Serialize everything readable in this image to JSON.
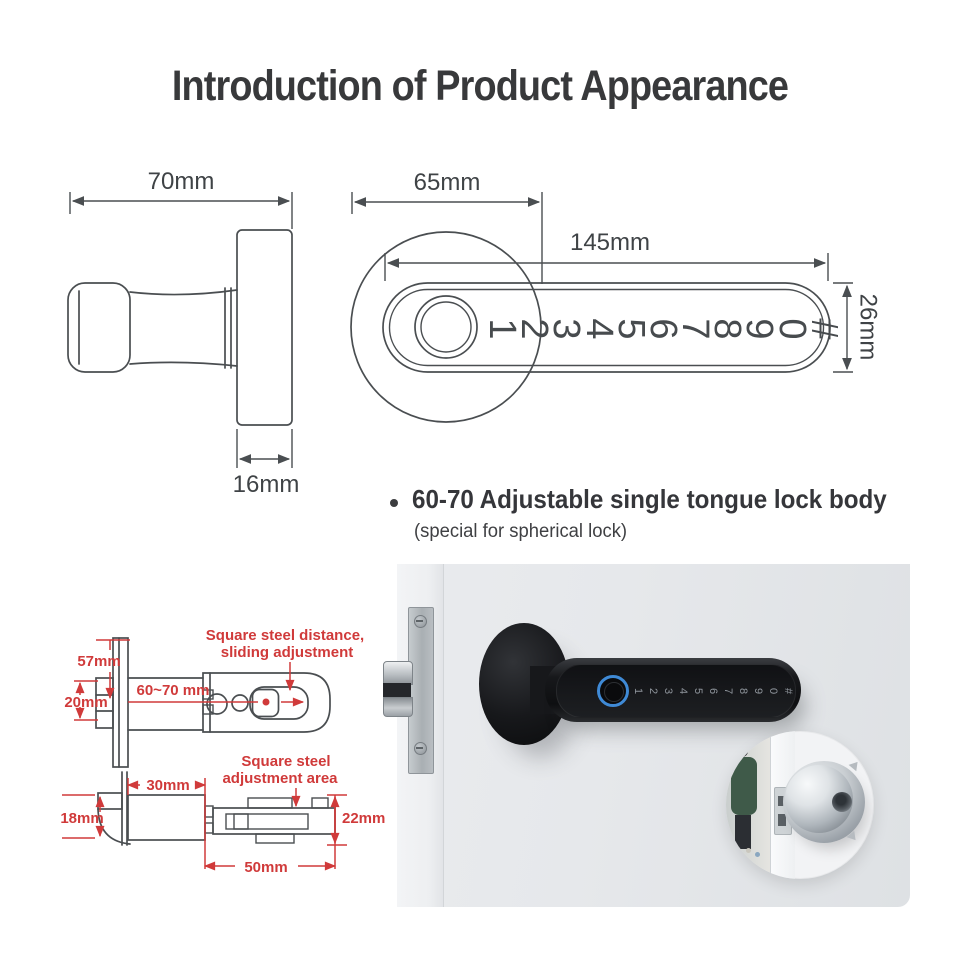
{
  "title": "Introduction of Product Appearance",
  "side_view": {
    "width": "70mm",
    "plate_thickness": "16mm"
  },
  "front_view": {
    "rose_diameter": "65mm",
    "lever_length": "145mm",
    "lever_width": "26mm",
    "keypad": [
      "1",
      "2",
      "3",
      "4",
      "5",
      "6",
      "7",
      "8",
      "9",
      "0",
      "#"
    ]
  },
  "feature": {
    "heading": "60-70 Adjustable single tongue lock body",
    "subheading": "(special for spherical lock)"
  },
  "lock_body": {
    "plate_height": "57mm",
    "latch_height": "20mm",
    "backset": "60~70 mm",
    "note_top_1": "Square steel distance,",
    "note_top_2": "sliding adjustment",
    "note_bottom_1": "Square steel",
    "note_bottom_2": "adjustment area",
    "case_depth": "30mm",
    "latch_width": "18mm",
    "tail_height": "22mm",
    "tail_length": "50mm"
  },
  "photo": {
    "keypad": [
      "1",
      "2",
      "3",
      "4",
      "5",
      "6",
      "7",
      "8",
      "9",
      "0",
      "#"
    ]
  },
  "colors": {
    "annotation_red": "#d03a3a",
    "line_gray": "#4a4e51",
    "fingerprint_ring_blue": "#3f8ad6"
  }
}
